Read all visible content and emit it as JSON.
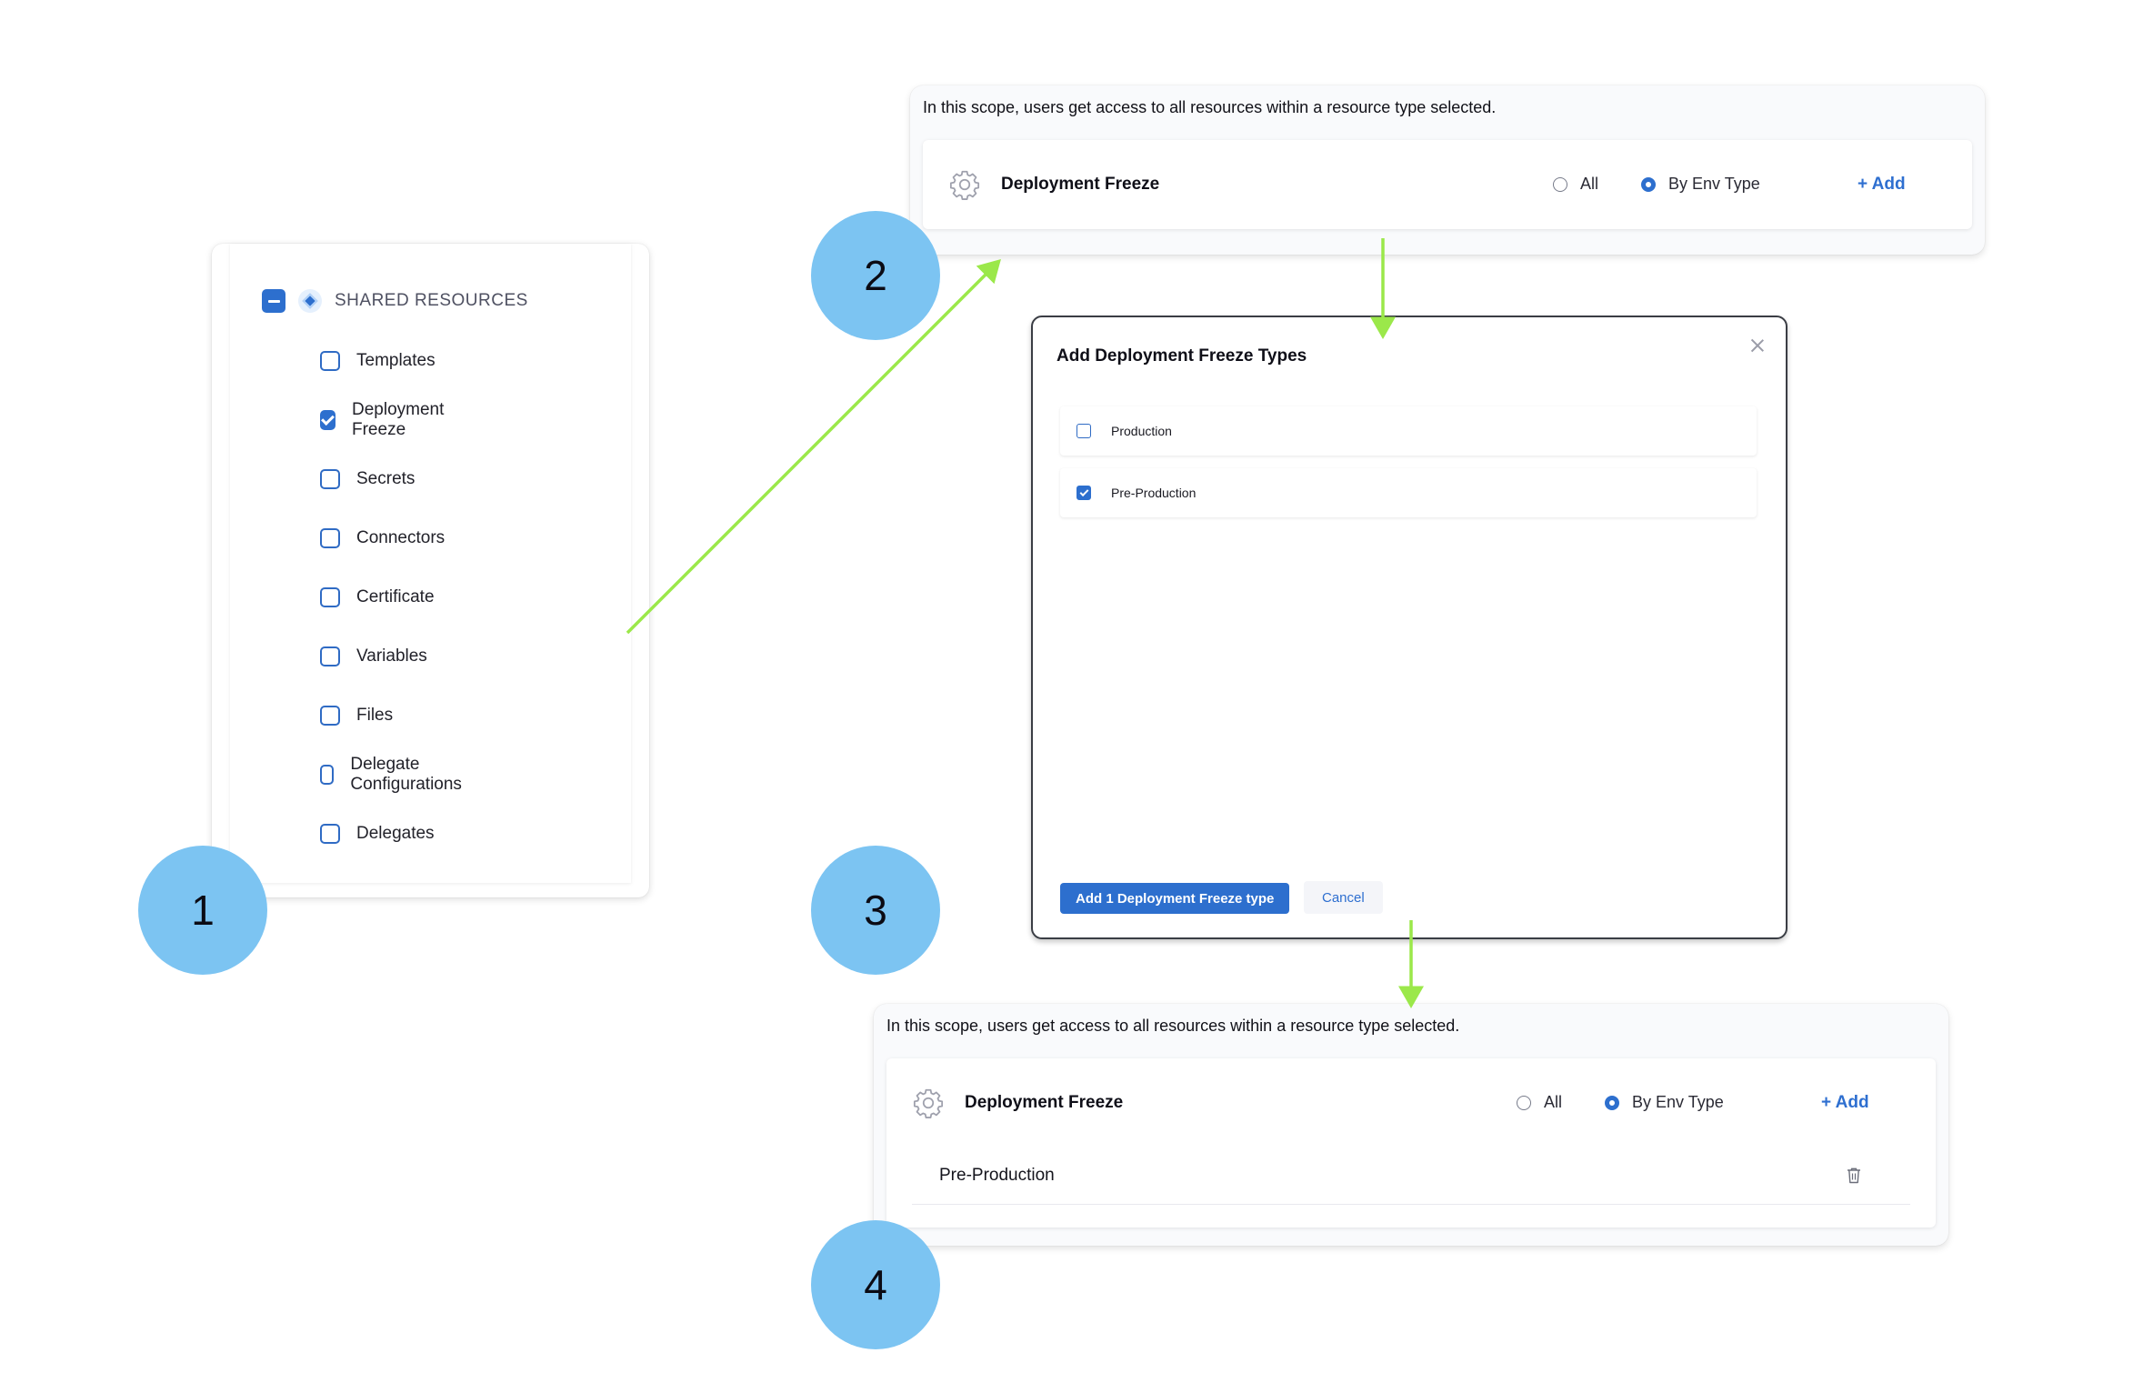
{
  "steps": [
    "1",
    "2",
    "3",
    "4"
  ],
  "colors": {
    "accent": "#2d6fce",
    "badge": "#7cc4f2",
    "arrow": "#9be84a"
  },
  "shared_resources": {
    "title": "SHARED RESOURCES",
    "items": [
      {
        "label": "Templates",
        "checked": false
      },
      {
        "label": "Deployment Freeze",
        "checked": true
      },
      {
        "label": "Secrets",
        "checked": false
      },
      {
        "label": "Connectors",
        "checked": false
      },
      {
        "label": "Certificate",
        "checked": false
      },
      {
        "label": "Variables",
        "checked": false
      },
      {
        "label": "Files",
        "checked": false
      },
      {
        "label": "Delegate Configurations",
        "checked": false
      },
      {
        "label": "Delegates",
        "checked": false
      }
    ]
  },
  "scope_before": {
    "description": "In this scope, users get access to all resources within a resource type selected.",
    "resource_name": "Deployment Freeze",
    "radio_all": "All",
    "radio_env": "By Env Type",
    "selected": "By Env Type",
    "add_label": "+ Add"
  },
  "modal": {
    "title": "Add Deployment Freeze Types",
    "options": [
      {
        "label": "Production",
        "checked": false
      },
      {
        "label": "Pre-Production",
        "checked": true
      }
    ],
    "primary_button": "Add 1 Deployment Freeze type",
    "cancel_button": "Cancel"
  },
  "scope_after": {
    "description": "In this scope, users get access to all resources within a resource type selected.",
    "resource_name": "Deployment Freeze",
    "radio_all": "All",
    "radio_env": "By Env Type",
    "selected": "By Env Type",
    "add_label": "+ Add",
    "rows": [
      "Pre-Production"
    ]
  }
}
